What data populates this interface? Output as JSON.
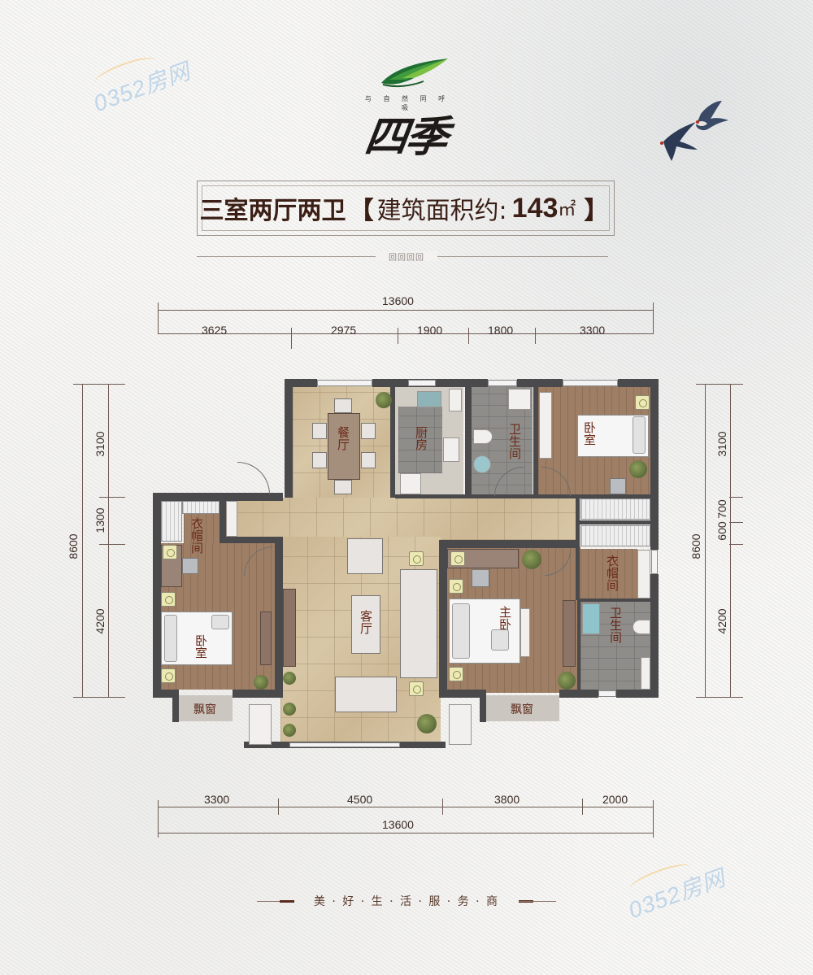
{
  "watermarks": [
    {
      "text": "0352房网",
      "position": "top-left"
    },
    {
      "text": "0352房网",
      "position": "bottom-right"
    }
  ],
  "logo": {
    "icon": "leaf-icon",
    "slogan": "与 自 然 同 呼 吸",
    "name": "四季",
    "colors": {
      "leaf_dark": "#1f6e32",
      "leaf_light": "#7cc043",
      "name": "#1d1a17"
    }
  },
  "decoration": {
    "icon": "swallow-birds-icon",
    "knot": "回回回回"
  },
  "title": {
    "layout": "三室两厅两卫",
    "bracket_open": "【",
    "area_label": "建筑面积约:",
    "area_value": "143",
    "area_unit": "㎡",
    "bracket_close": "】",
    "color": "#3b1f16"
  },
  "dimensions": {
    "top": {
      "total": "13600",
      "segments": [
        "3625",
        "2975",
        "1900",
        "1800",
        "3300"
      ]
    },
    "bottom": {
      "total": "13600",
      "segments": [
        "3300",
        "4500",
        "3800",
        "2000"
      ]
    },
    "left": {
      "total": "8600",
      "segments": [
        "3100",
        "1300",
        "4200"
      ]
    },
    "right": {
      "total": "8600",
      "segments": [
        "3100",
        "700",
        "600",
        "4200"
      ]
    }
  },
  "rooms": {
    "dining": "餐厅",
    "kitchen": "厨房",
    "bath_north": "卫生间",
    "bedroom_ne": "卧室",
    "closet_west": "衣帽间",
    "bedroom_west": "卧室",
    "living": "客厅",
    "master": "主卧",
    "closet_master": "衣帽间",
    "bath_master": "卫生间",
    "bay_window_west": "飘窗",
    "bay_window_master": "飘窗"
  },
  "footer": {
    "slogan": "美 · 好 · 生 · 活 · 服 · 务 · 商"
  }
}
